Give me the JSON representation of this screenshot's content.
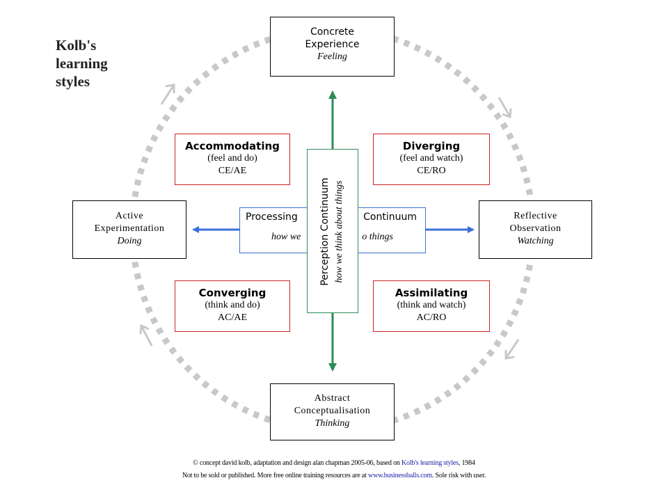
{
  "title": {
    "lines": [
      "Kolb's",
      "learning",
      "styles"
    ]
  },
  "stages": {
    "concrete_experience": {
      "lines": [
        "Concrete",
        "Experience"
      ],
      "sub": "Feeling"
    },
    "reflective_observation": {
      "lines": [
        "Reflective",
        "Observation"
      ],
      "sub": "Watching"
    },
    "abstract_conceptualisation": {
      "lines": [
        "Abstract",
        "Conceptualisation"
      ],
      "sub": "Thinking"
    },
    "active_experimentation": {
      "lines": [
        "Active",
        "Experimentation"
      ],
      "sub": "Doing"
    }
  },
  "styles": {
    "accommodating": {
      "name": "Accommodating",
      "desc": "(feel and do)",
      "code": "CE/AE"
    },
    "diverging": {
      "name": "Diverging",
      "desc": "(feel and watch)",
      "code": "CE/RO"
    },
    "converging": {
      "name": "Converging",
      "desc": "(think and do)",
      "code": "AC/AE"
    },
    "assimilating": {
      "name": "Assimilating",
      "desc": "(think and watch)",
      "code": "AC/RO"
    }
  },
  "processing": {
    "left": "Processing",
    "right": "Continuum",
    "sub_left": "how we",
    "sub_right": "o things"
  },
  "perception": {
    "label": "Perception Continuum",
    "sub": "how we think about things"
  },
  "footer": {
    "line1_pre": "© concept david kolb, adaptation and design alan chapman 2005-06, based on ",
    "line1_link": "Kolb's learning styles",
    "line1_post": ", 1984",
    "line2_pre": "Not to be sold or published. More free online training resources are at ",
    "line2_link": "www.businessballs.com",
    "line2_post": ". Sole risk with user."
  },
  "colors": {
    "stage_border": "#000000",
    "style_border": "#cc2222",
    "processing_blue": "#3a6fd8",
    "perception_green": "#2e8b57",
    "cycle_gray": "#c8c8c8",
    "link_blue": "#1a1aaa"
  }
}
